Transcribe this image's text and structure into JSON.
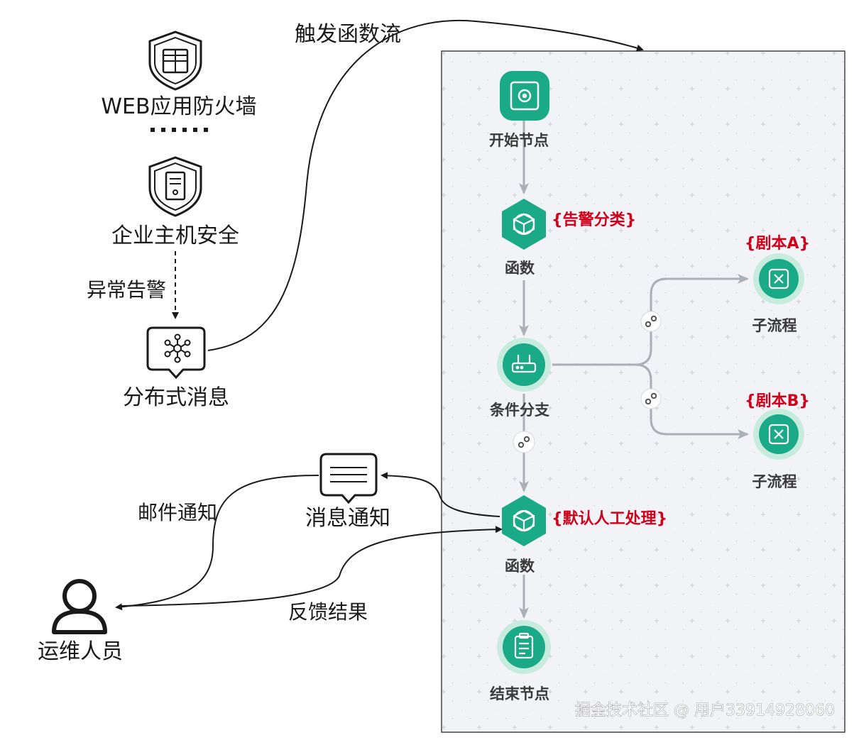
{
  "left": {
    "waf_label": "WEB应用防火墙",
    "host_security_label": "企业主机安全",
    "anomaly_alert_label": "异常告警",
    "distributed_message_label": "分布式消息",
    "trigger_label": "触发函数流",
    "message_notify_label": "消息通知",
    "email_notify_label": "邮件通知",
    "feedback_label": "反馈结果",
    "ops_label": "运维人员"
  },
  "flow": {
    "start_label": "开始节点",
    "func1_label": "函数",
    "func1_tag": "{告警分类}",
    "branch_label": "条件分支",
    "sub_a_tag": "{剧本A}",
    "sub_a_label": "子流程",
    "sub_b_tag": "{剧本B}",
    "sub_b_label": "子流程",
    "func2_label": "函数",
    "func2_tag": "{默认人工处理}",
    "end_label": "结束节点"
  },
  "watermark": "掘金技术社区 @ 用户33914928060",
  "colors": {
    "node_green": "#1aaa88",
    "node_green_light": "#c7ecde",
    "edge_gray": "#a9b0b8",
    "tag_red": "#d0021b",
    "panel_bg": "#f2f3f6",
    "panel_border": "#444444"
  },
  "icons": [
    "shield-grid-icon",
    "shield-server-icon",
    "message-hub-icon",
    "chat-lines-icon",
    "person-icon",
    "link-icon",
    "box-icon",
    "router-icon",
    "subflow-icon",
    "clipboard-icon"
  ]
}
